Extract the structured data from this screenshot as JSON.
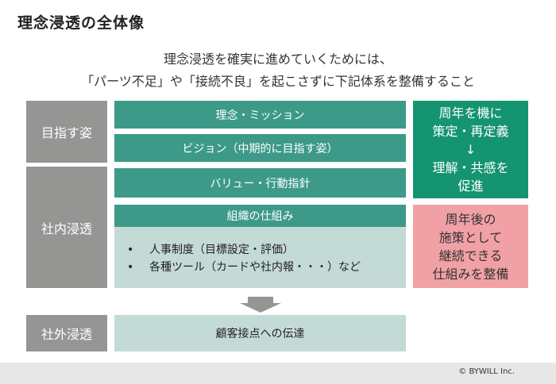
{
  "title": "理念浸透の全体像",
  "subtitle_line1": "理念浸透を確実に進めていくためには、",
  "subtitle_line2": "「パーツ不足」や「接続不良」を起こさずに下記体系を整備すること",
  "categories": {
    "aim": "目指す姿",
    "internal": "社内浸透",
    "external": "社外浸透"
  },
  "items": {
    "philosophy_mission": "理念・ミッション",
    "vision": "ビジョン（中期的に目指す姿）",
    "values": "バリュー・行動指針",
    "mechanism_header": "組織の仕組み",
    "mechanism_bullets": [
      "人事制度（目標設定・評価）",
      "各種ツール（カードや社内報・・・）など"
    ],
    "external_communication": "顧客接点への伝達"
  },
  "side_boxes": {
    "anniversary": "周年を機に\n策定・再定義\n↓\n理解・共感を\n促進",
    "after_anniversary": "周年後の\n施策として\n継続できる\n仕組みを整備"
  },
  "copyright": "© BYWILL Inc.",
  "colors": {
    "gray": "#959594",
    "teal": "#3d9a89",
    "light_teal": "#c4dad6",
    "green": "#149470",
    "pink": "#f1a1a5"
  },
  "icons": [
    "down-arrow-icon"
  ]
}
